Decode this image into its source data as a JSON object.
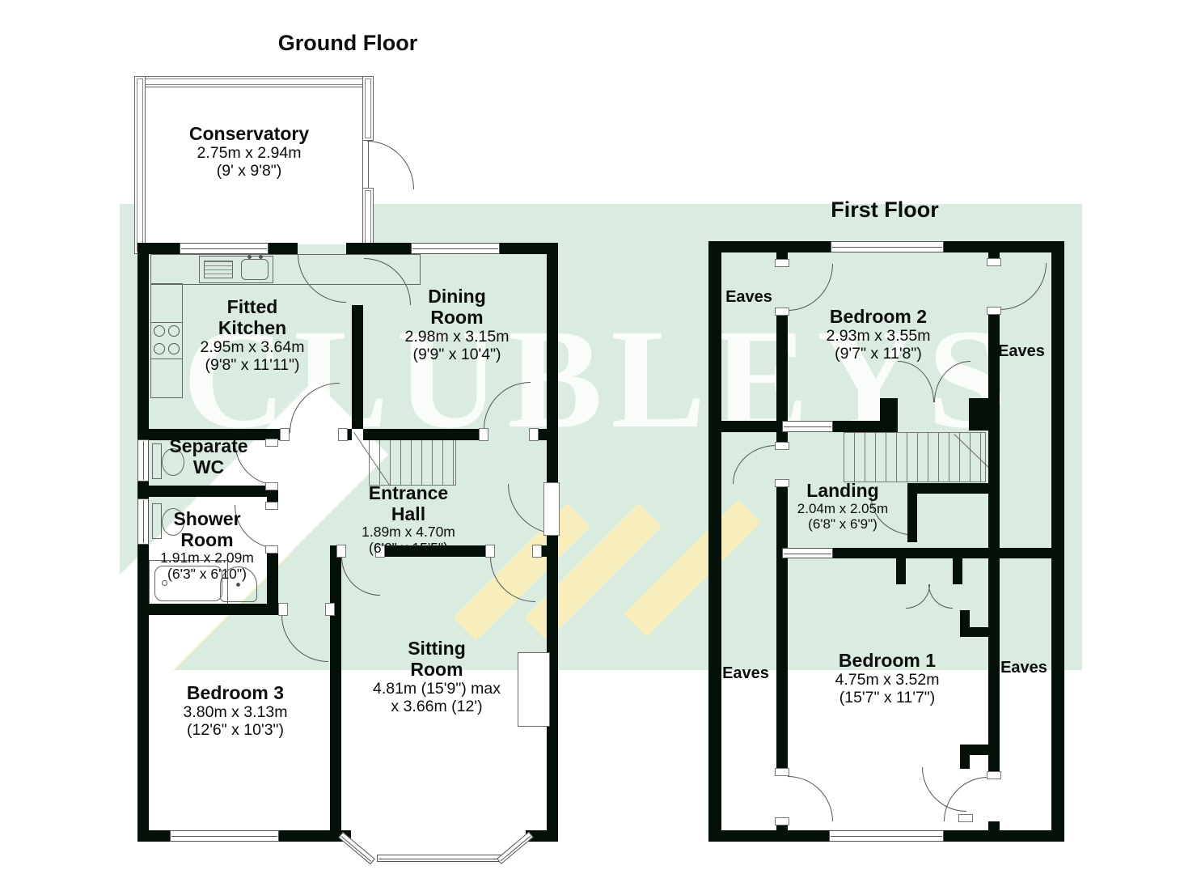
{
  "page": {
    "watermark": "CLUBLEYS",
    "band_color": "#d9ecdf",
    "accent_yellow": "#f8eebb",
    "wall_color": "#051008"
  },
  "ground_floor": {
    "title": "Ground Floor",
    "rooms": {
      "conservatory": {
        "name": "Conservatory",
        "dim1": "2.75m x 2.94m",
        "dim2": "(9' x 9'8\")"
      },
      "kitchen": {
        "name": "Fitted Kitchen",
        "dim1": "2.95m x 3.64m",
        "dim2": "(9'8\" x 11'11\")"
      },
      "dining": {
        "name": "Dining Room",
        "dim1": "2.98m x 3.15m",
        "dim2": "(9'9\" x 10'4\")"
      },
      "wc": {
        "name": "Separate WC"
      },
      "shower": {
        "name": "Shower Room",
        "dim1": "1.91m x 2.09m",
        "dim2": "(6'3\" x 6'10\")"
      },
      "hall": {
        "name": "Entrance Hall",
        "dim1": "1.89m x 4.70m",
        "dim2": "(6'2\" x 15'5\")"
      },
      "sitting": {
        "name": "Sitting Room",
        "dim1": "4.81m (15'9\") max",
        "dim2": "x 3.66m (12')"
      },
      "bedroom3": {
        "name": "Bedroom 3",
        "dim1": "3.80m x 3.13m",
        "dim2": "(12'6\" x 10'3\")"
      }
    }
  },
  "first_floor": {
    "title": "First Floor",
    "rooms": {
      "bedroom2": {
        "name": "Bedroom 2",
        "dim1": "2.93m x 3.55m",
        "dim2": "(9'7\" x 11'8\")"
      },
      "landing": {
        "name": "Landing",
        "dim1": "2.04m x 2.05m",
        "dim2": "(6'8\" x 6'9\")"
      },
      "bedroom1": {
        "name": "Bedroom 1",
        "dim1": "4.75m x 3.52m",
        "dim2": "(15'7\" x 11'7\")"
      }
    },
    "eaves": {
      "top_left": "Eaves",
      "right": "Eaves",
      "bottom_left": "Eaves",
      "bottom_right": "Eaves"
    }
  }
}
